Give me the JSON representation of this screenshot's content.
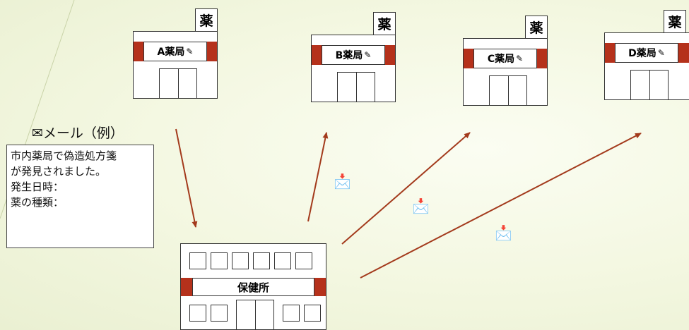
{
  "pharmacy_sign": "薬",
  "pharmacies": [
    {
      "name": "A薬局"
    },
    {
      "name": "B薬局"
    },
    {
      "name": "C薬局"
    },
    {
      "name": "D薬局"
    }
  ],
  "health_center": {
    "name": "保健所"
  },
  "mail": {
    "title": "✉メール（例）",
    "lines": [
      "市内薬局で偽造処方箋",
      "が発見されました。",
      "発生日時：",
      "薬の種類："
    ]
  },
  "send_icon": "📩",
  "colors": {
    "band": "#b5311b",
    "arrow": "#a33a1c"
  }
}
